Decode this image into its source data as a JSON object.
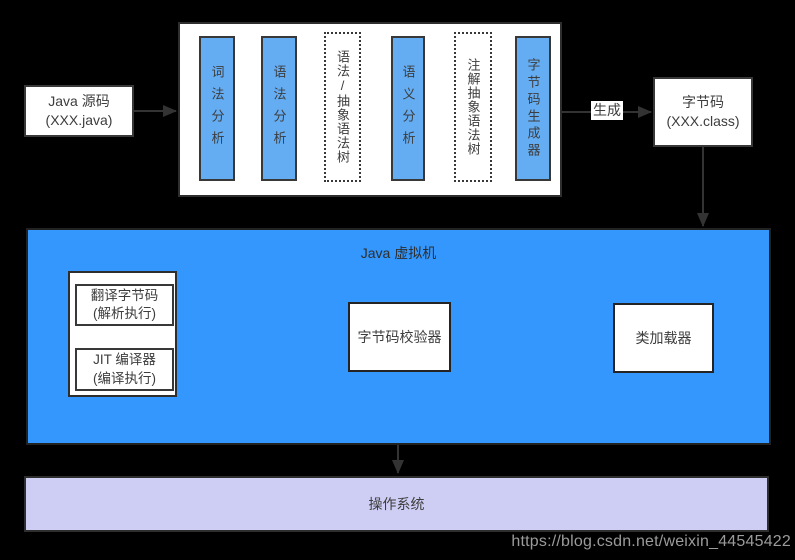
{
  "source_box": {
    "line1": "Java 源码",
    "line2": "(XXX.java)"
  },
  "compiler_pipeline": {
    "stages": [
      {
        "label": "词法分析",
        "style": "solid"
      },
      {
        "label": "语法分析",
        "style": "solid"
      },
      {
        "label": "语法/抽象语法树",
        "style": "dotted"
      },
      {
        "label": "语义分析",
        "style": "solid"
      },
      {
        "label": "注解抽象语法树",
        "style": "dotted"
      },
      {
        "label": "字节码生成器",
        "style": "solid"
      }
    ]
  },
  "generate_label": "生成",
  "bytecode_box": {
    "line1": "字节码",
    "line2": "(XXX.class)"
  },
  "jvm": {
    "title": "Java 虚拟机",
    "interpreter_box": {
      "line1": "翻译字节码",
      "line2": "(解析执行)"
    },
    "jit_box": {
      "line1": "JIT 编译器",
      "line2": "(编译执行)"
    },
    "verifier_label": "字节码校验器",
    "classloader_label": "类加载器"
  },
  "os_label": "操作系统",
  "watermark": "https://blog.csdn.net/weixin_44545422",
  "colors": {
    "stage_blue": "#64ADF3",
    "jvm_blue": "#3397FD",
    "os_purple": "#CECDF4",
    "arrow": "#333333"
  }
}
